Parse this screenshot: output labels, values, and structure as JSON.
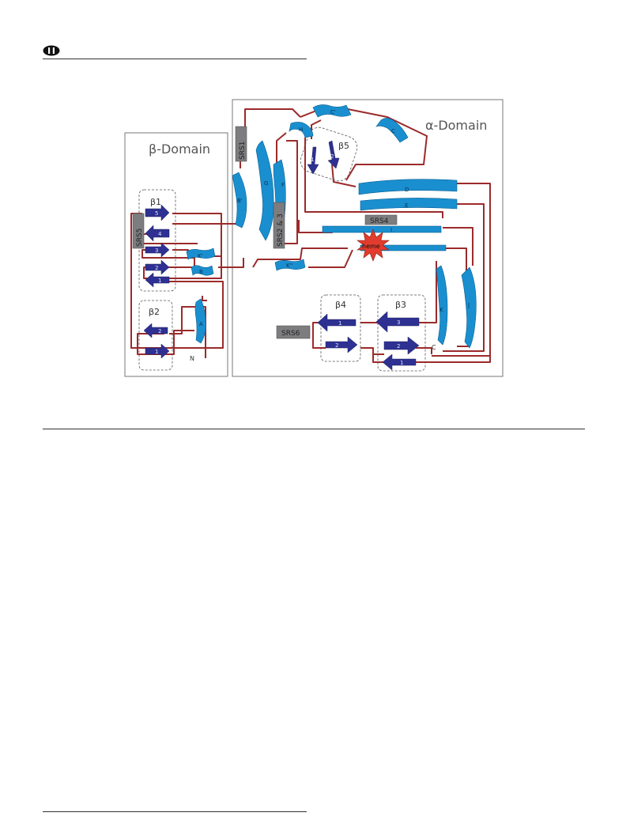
{
  "header": {
    "logo_icon": "journal-logo-icon"
  },
  "diagram": {
    "beta_domain_title": "β-Domain",
    "alpha_domain_title": "α-Domain",
    "colors": {
      "helix": "#1a8fd0",
      "strand": "#2e3192",
      "loop": "#9b2b2b",
      "srs": "#7d7d80",
      "heme": "#e23c2e"
    },
    "beta_groups": {
      "b1": "β1",
      "b2": "β2",
      "b3": "β3",
      "b4": "β4",
      "b5": "β5"
    },
    "srs": {
      "srs1": "SRS1",
      "srs23": "SRS2 & 3",
      "srs4": "SRS4",
      "srs5": "SRS5",
      "srs6": "SRS6"
    },
    "heme": "heme",
    "helices": {
      "a": "A",
      "b": "B",
      "b_prime": "B'",
      "c": "C",
      "c_prime": "C'",
      "d": "D",
      "e": "E",
      "f": "F",
      "g": "G",
      "h": "H",
      "i": "I",
      "j": "J",
      "k": "K",
      "k_prime": "K'",
      "k_dprime": "K''"
    },
    "strands": {
      "b1_5": "5",
      "b1_4": "4",
      "b1_3": "3",
      "b1_2": "2",
      "b1_1": "1",
      "b2_2": "2",
      "b2_1": "1",
      "b5_1": "1",
      "b5_2": "2",
      "b4_1": "1",
      "b4_2": "2",
      "b3_3": "3",
      "b3_2": "2",
      "b3_1": "1"
    },
    "termini": {
      "n": "N",
      "c": "C"
    }
  }
}
